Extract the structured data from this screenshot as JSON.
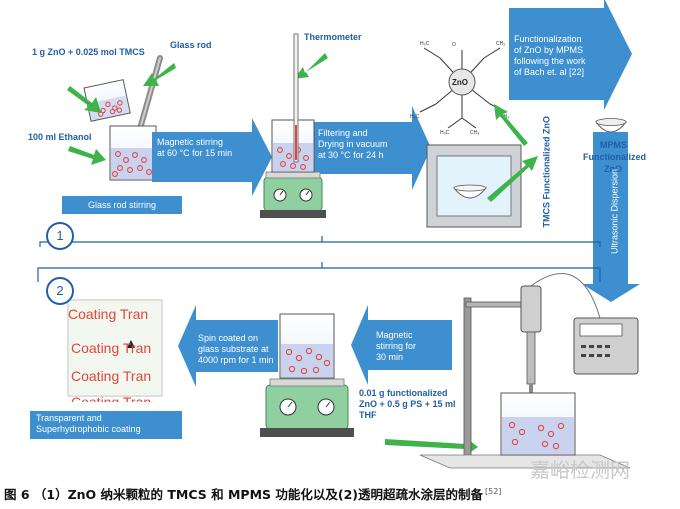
{
  "section_numbers": [
    "1",
    "2"
  ],
  "labels": {
    "zno_tmcs": "1 g ZnO + 0.025 mol TMCS",
    "glass_rod": "Glass rod",
    "ethanol": "100 ml Ethanol",
    "thermometer": "Thermometer",
    "zno": "ZnO",
    "tmcs_functionalized": "TMCS Functionalized ZnO",
    "mpms_functionalized_l1": "MPMS",
    "mpms_functionalized_l2": "Functionalized",
    "mpms_functionalized_l3": "ZnO",
    "ultrasonic": "Ultrasonic Dispersion",
    "ps_mix_l1": "0.01 g functionalized",
    "ps_mix_l2": "ZnO + 0.5 g PS + 15 ml",
    "ps_mix_l3": "THF"
  },
  "boxes": {
    "glass_rod_stirring": "Glass rod stirring",
    "coating_l1": "Transparent and",
    "coating_l2": "Superhydrophobic coating"
  },
  "arrows": {
    "magnetic_60": "Magnetic stirring\nat 60 °C for 15 min",
    "filter_dry": "Filtering and\nDrying in vacuum\nat 30 °C for 24 h",
    "functionalization": "Functionalization\nof ZnO by MPMS\nfollowing the work\nof Bach et. al [22]",
    "magnetic_30": "Magnetic\nstirring for\n30 min",
    "spin_coat": "Spin coated on\nglass substrate at\n4000 rpm for 1 min"
  },
  "coating_text": [
    "Coating Tran",
    "Coating Tran",
    "Coating Tran",
    "Coating Tran"
  ],
  "caption": "图 6  （1）ZnO 纳米颗粒的 TMCS 和 MPMS 功能化以及(2)透明超疏水涂层的制备",
  "reference": "[52]",
  "watermark": "嘉峪检测网",
  "colors": {
    "arrow_blue": "#3d8fd0",
    "label_blue": "#1f5fa8",
    "green": "#3db34a",
    "particle_red": "#e0463e",
    "liquid_blue": "#c9d3f0"
  }
}
